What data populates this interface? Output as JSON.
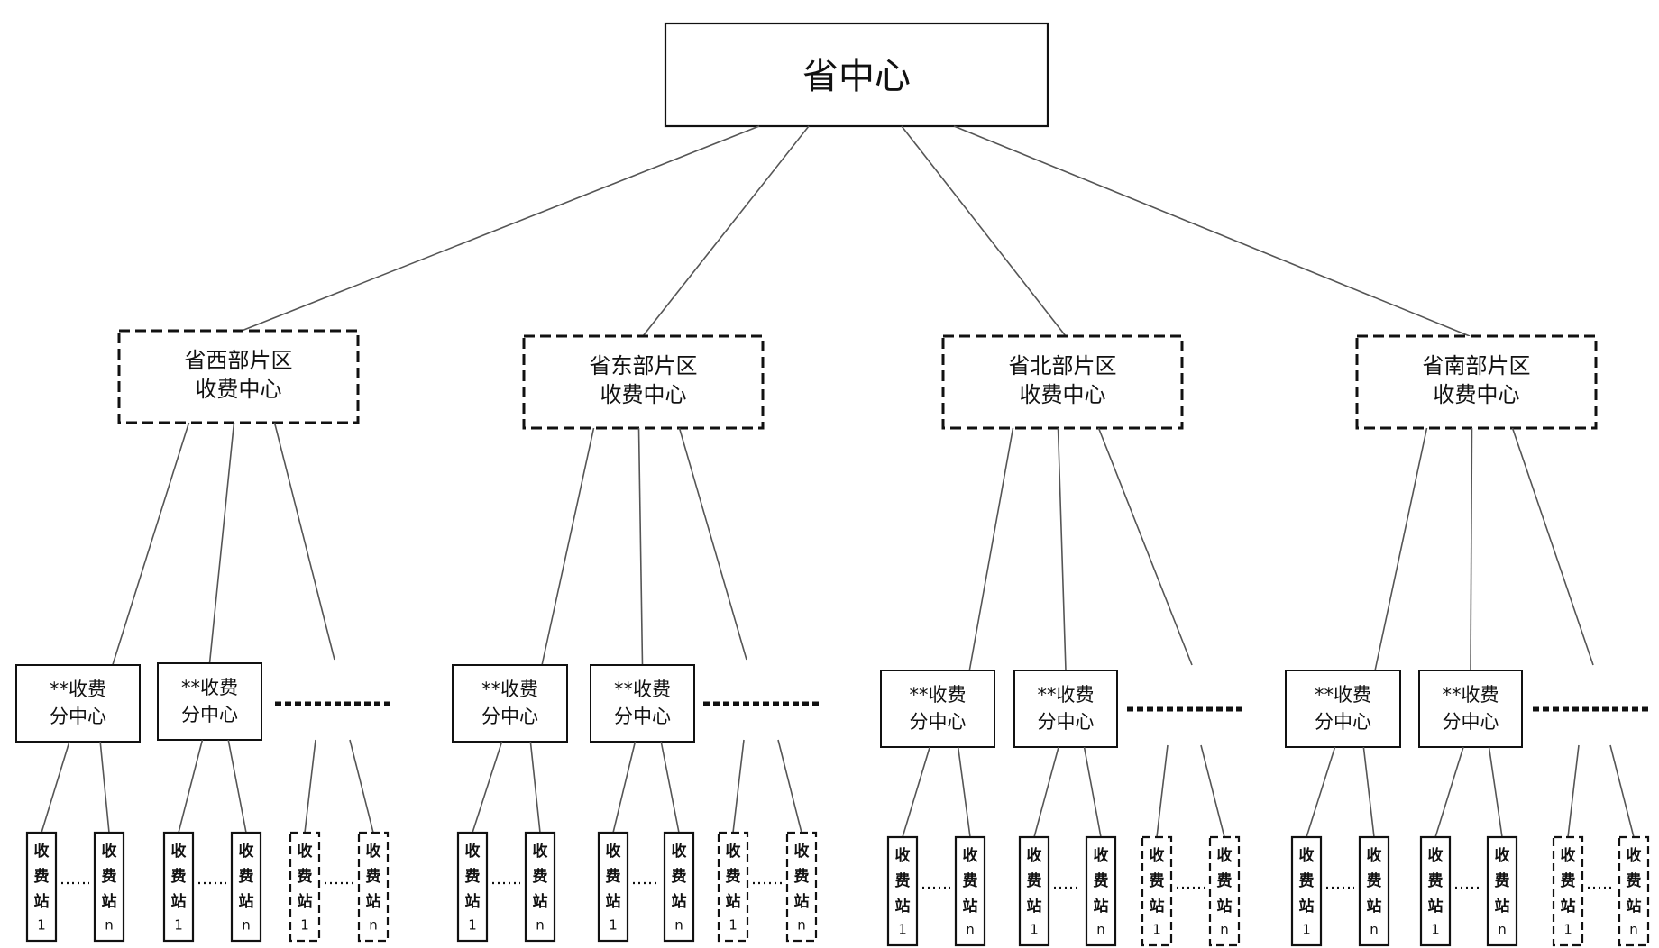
{
  "root": {
    "label": "省中心"
  },
  "regions": [
    {
      "title_line1": "省西部片区",
      "title_line2": "收费中心",
      "subcenters": [
        {
          "line1": "**收费",
          "line2": "分中心"
        },
        {
          "line1": "**收费",
          "line2": "分中心"
        }
      ]
    },
    {
      "title_line1": "省东部片区",
      "title_line2": "收费中心",
      "subcenters": [
        {
          "line1": "**收费",
          "line2": "分中心"
        },
        {
          "line1": "**收费",
          "line2": "分中心"
        }
      ]
    },
    {
      "title_line1": "省北部片区",
      "title_line2": "收费中心",
      "subcenters": [
        {
          "line1": "**收费",
          "line2": "分中心"
        },
        {
          "line1": "**收费",
          "line2": "分中心"
        }
      ]
    },
    {
      "title_line1": "省南部片区",
      "title_line2": "收费中心",
      "subcenters": [
        {
          "line1": "**收费",
          "line2": "分中心"
        },
        {
          "line1": "**收费",
          "line2": "分中心"
        }
      ]
    }
  ],
  "station_first": {
    "chars": [
      "收",
      "费",
      "站"
    ],
    "number": "1"
  },
  "station_last": {
    "chars": [
      "收",
      "费",
      "站"
    ],
    "number": "n"
  },
  "colors": {
    "stroke": "#111111",
    "connector": "#555555",
    "background": "#ffffff"
  }
}
